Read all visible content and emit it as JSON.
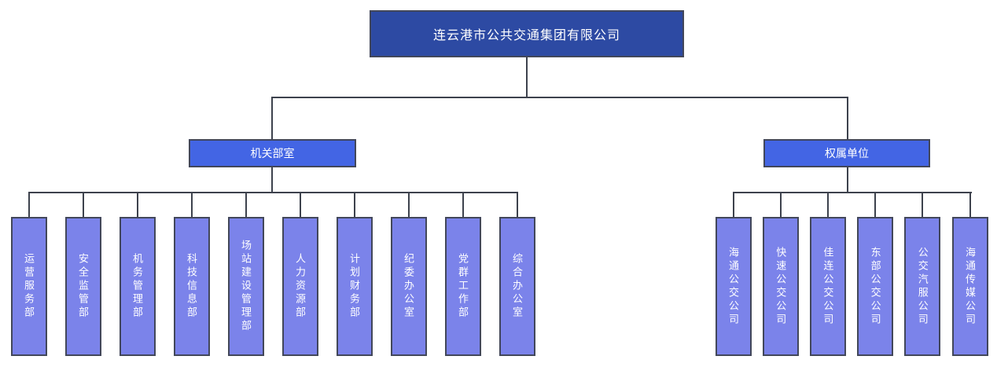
{
  "org_chart": {
    "root": {
      "label": "连云港市公共交通集团有限公司",
      "fill": "#2d4aa3"
    },
    "branches": [
      {
        "id": "offices",
        "label": "机关部室",
        "fill": "#4365e4",
        "children": [
          "运营服务部",
          "安全监管部",
          "机务管理部",
          "科技信息部",
          "场站建设管理部",
          "人力资源部",
          "计划财务部",
          "纪委办公室",
          "党群工作部",
          "综合办公室"
        ]
      },
      {
        "id": "subsidiaries",
        "label": "权属单位",
        "fill": "#4365e4",
        "children": [
          "海通公交公司",
          "快速公交公司",
          "佳连公交公司",
          "东部公交公司",
          "公交汽服公司",
          "海通传媒公司"
        ]
      }
    ],
    "colors": {
      "leaf_fill": "#7b83ea",
      "border": "#42475a",
      "connector_line": "#3d424d",
      "text": "#ffffff",
      "background": "#ffffff"
    }
  }
}
